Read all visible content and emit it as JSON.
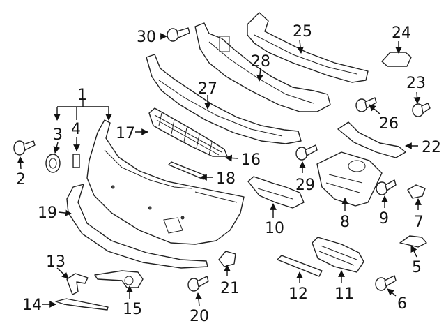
{
  "callouts": {
    "c1": "1",
    "c2": "2",
    "c3": "3",
    "c4": "4",
    "c5": "5",
    "c6": "6",
    "c7": "7",
    "c8": "8",
    "c9": "9",
    "c10": "10",
    "c11": "11",
    "c12": "12",
    "c13": "13",
    "c14": "14",
    "c15": "15",
    "c16": "16",
    "c17": "17",
    "c18": "18",
    "c19": "19",
    "c20": "20",
    "c21": "21",
    "c22": "22",
    "c23": "23",
    "c24": "24",
    "c25": "25",
    "c26": "26",
    "c27": "27",
    "c28": "28",
    "c29": "29",
    "c30": "30"
  },
  "colors": {
    "line": "#222222",
    "background": "#ffffff"
  }
}
